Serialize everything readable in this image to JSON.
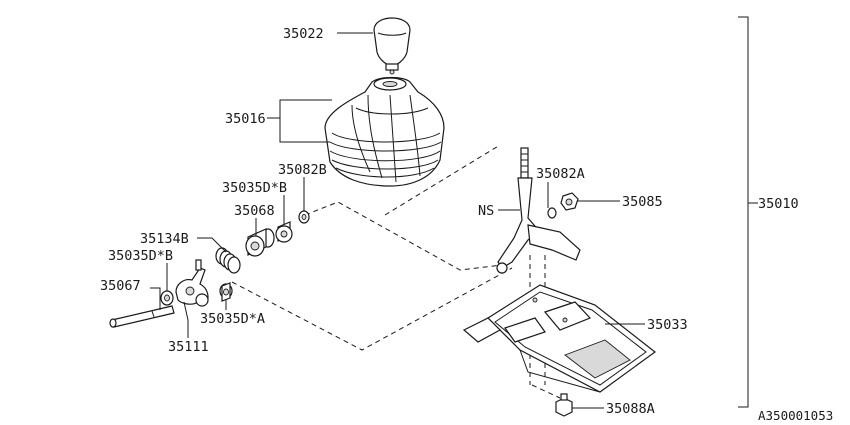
{
  "labels": {
    "knob": "35022",
    "boot": "35016",
    "bracket": "35010",
    "washer_b": "35082B",
    "bushing_b_top": "35035D*B",
    "bushing_68": "35068",
    "spring": "35134B",
    "bushing_b_left": "35035D*B",
    "rod": "35067",
    "bushing_a": "35035D*A",
    "lever_arm": "35111",
    "ns": "NS",
    "washer_a": "35082A",
    "nut": "35085",
    "plate": "35033",
    "bolt": "35088A"
  },
  "diagram_id": "A350001053"
}
